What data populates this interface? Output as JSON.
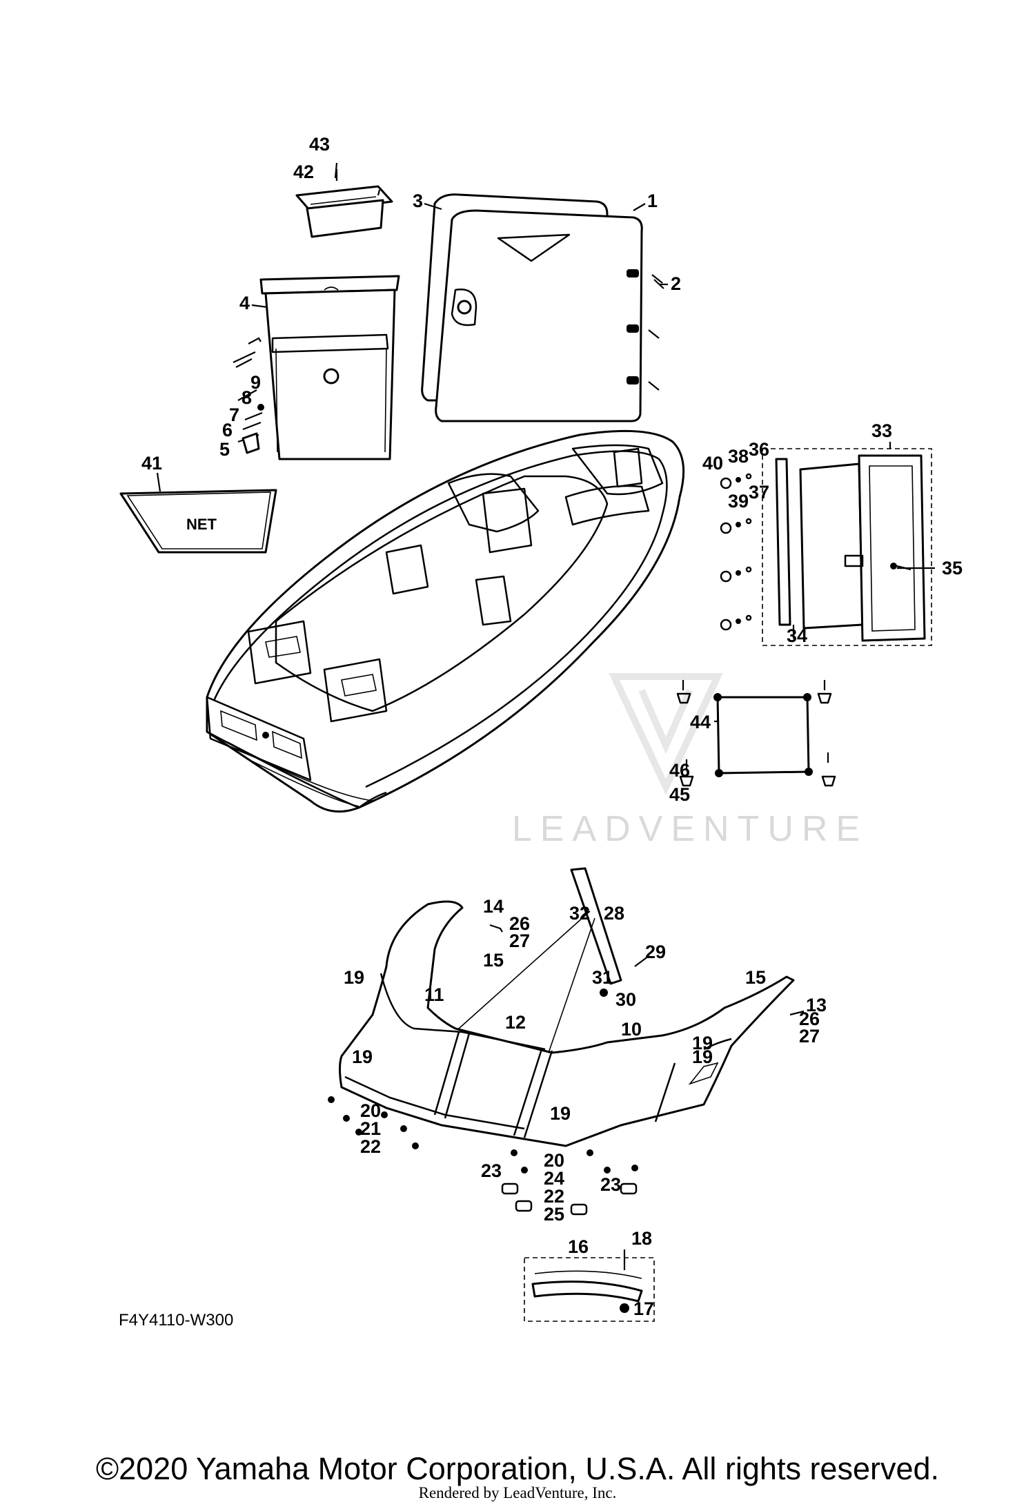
{
  "diagram": {
    "code": "F4Y4110-W300",
    "net_label": "NET",
    "watermark": "LEADVENTURE",
    "copyright": "©2020 Yamaha Motor Corporation, U.S.A. All rights reserved.",
    "rendered_by": "Rendered by LeadVenture, Inc.",
    "callouts": [
      "1",
      "2",
      "3",
      "4",
      "5",
      "6",
      "7",
      "8",
      "9",
      "10",
      "11",
      "12",
      "13",
      "14",
      "15",
      "15",
      "16",
      "17",
      "18",
      "19",
      "19",
      "19",
      "19",
      "19",
      "20",
      "20",
      "21",
      "22",
      "22",
      "23",
      "23",
      "24",
      "25",
      "26",
      "26",
      "27",
      "27",
      "28",
      "29",
      "30",
      "31",
      "32",
      "33",
      "34",
      "35",
      "36",
      "37",
      "38",
      "39",
      "40",
      "41",
      "42",
      "43",
      "44",
      "45",
      "46"
    ]
  }
}
